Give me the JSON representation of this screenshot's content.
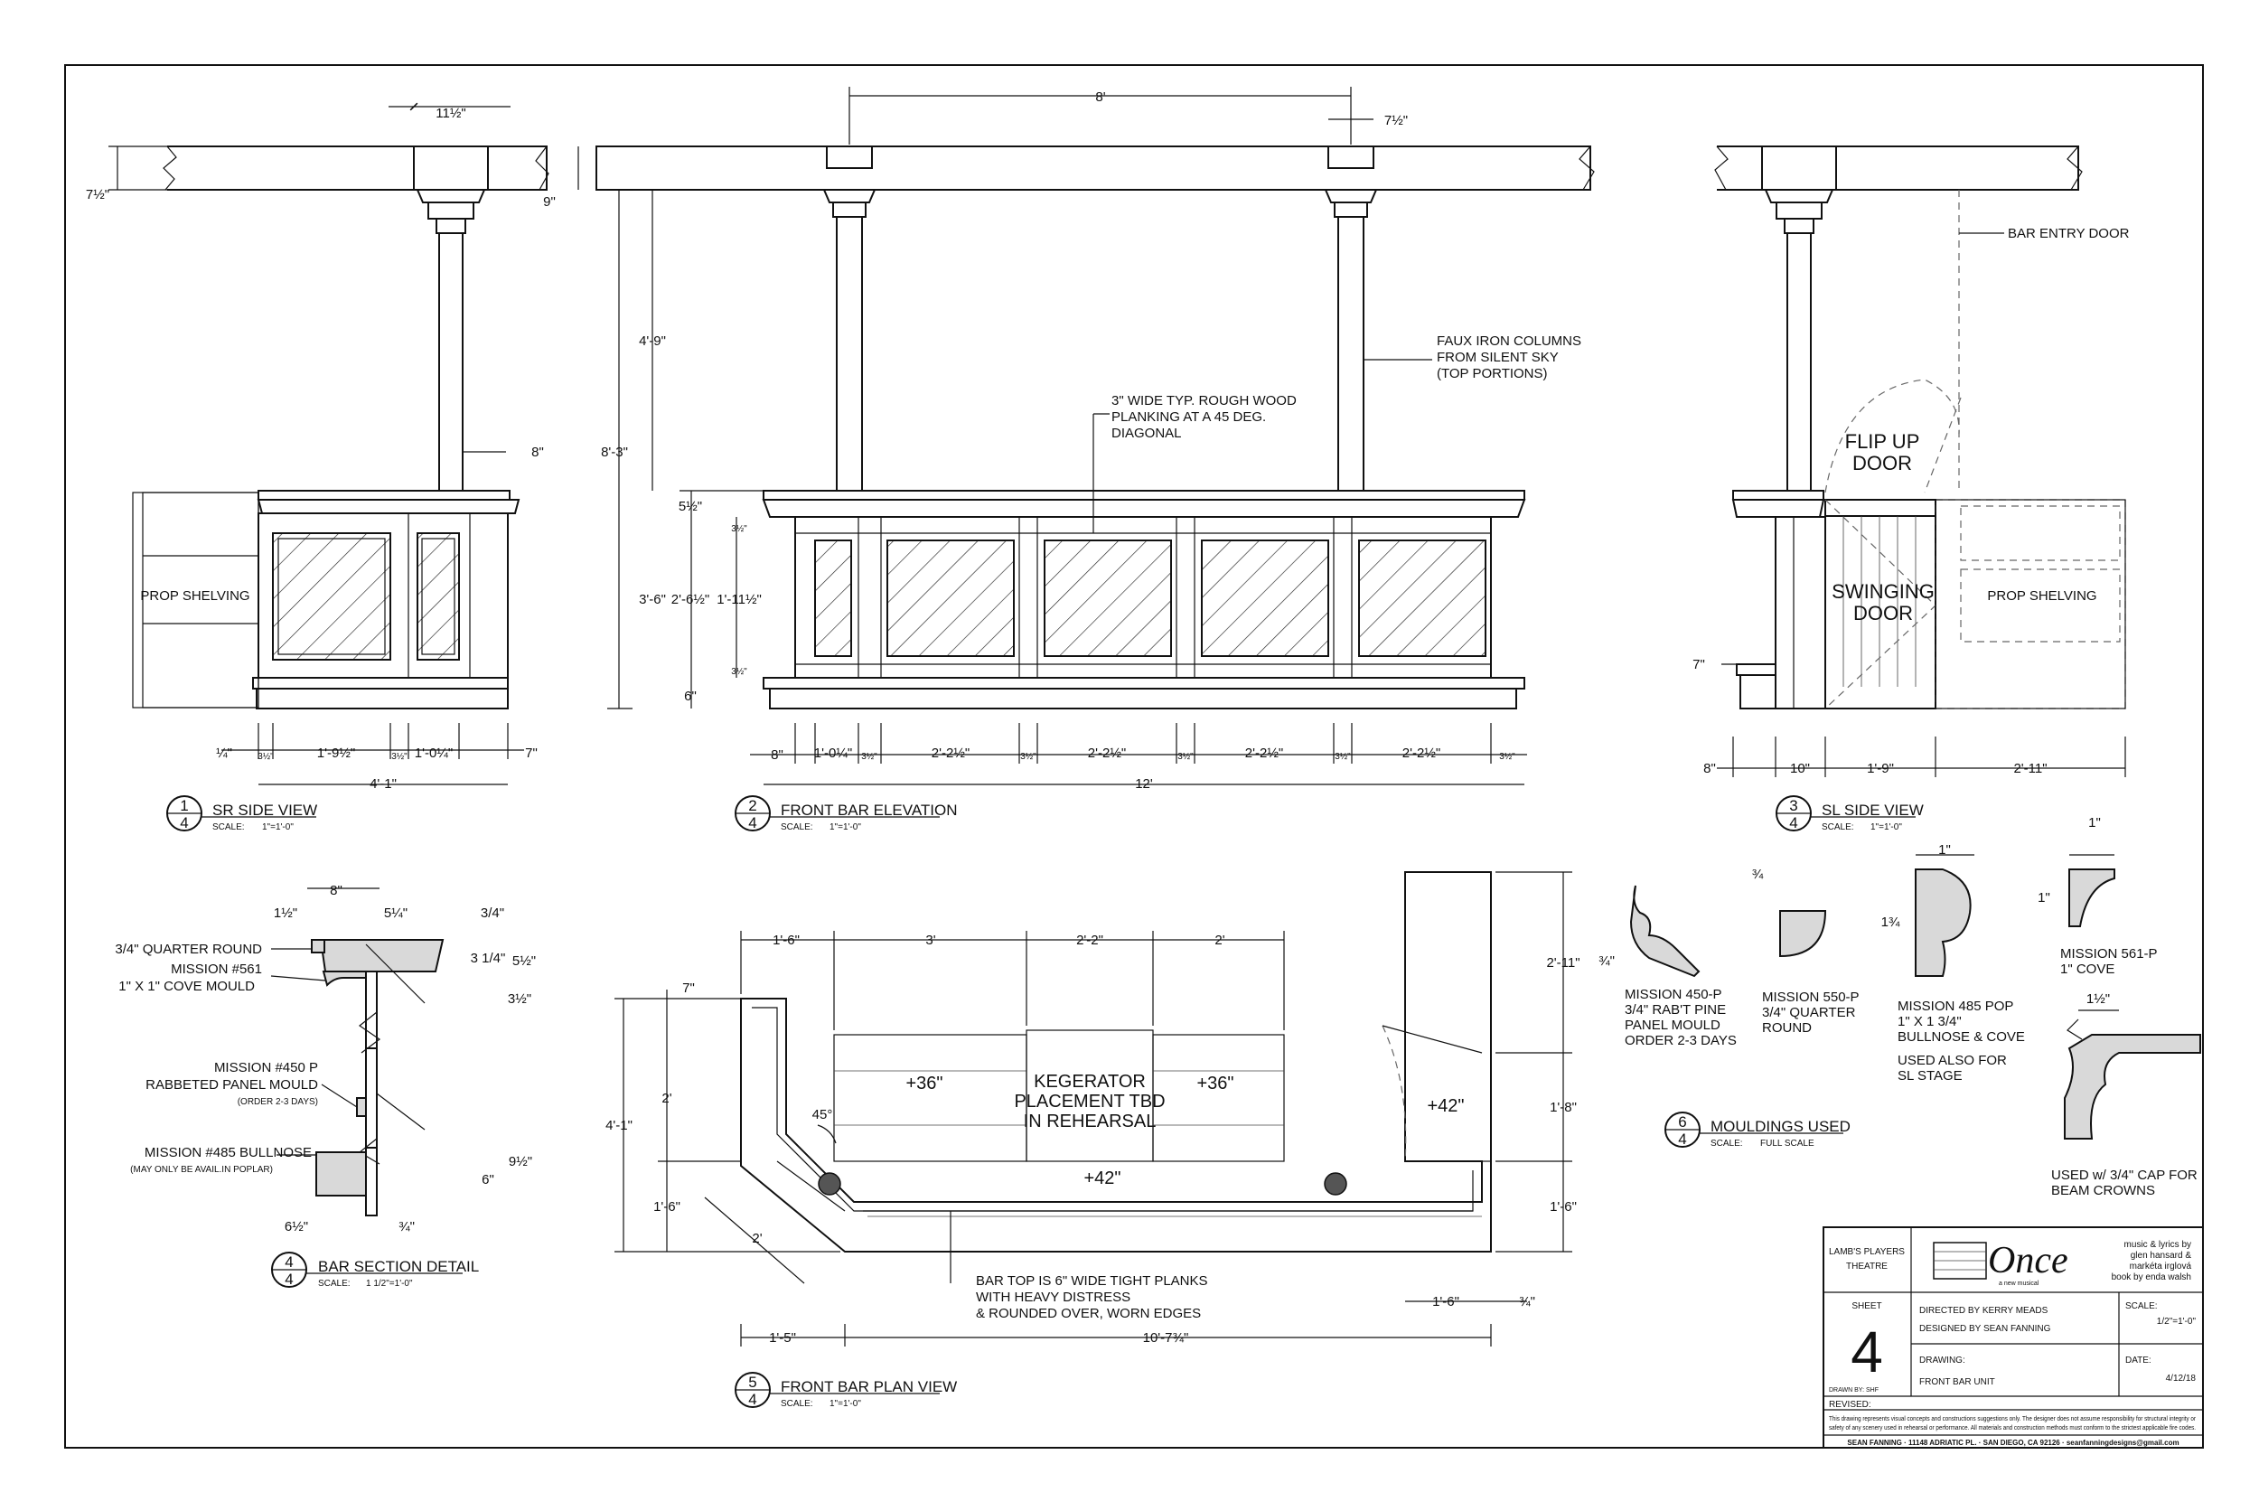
{
  "views": {
    "sr_side": {
      "number": "1",
      "sheet": "4",
      "title": "SR SIDE VIEW",
      "scale_label": "SCALE:",
      "scale": "1\"=1'-0\""
    },
    "front_elev": {
      "number": "2",
      "sheet": "4",
      "title": "FRONT BAR ELEVATION",
      "scale_label": "SCALE:",
      "scale": "1\"=1'-0\""
    },
    "sl_side": {
      "number": "3",
      "sheet": "4",
      "title": "SL SIDE VIEW",
      "scale_label": "SCALE:",
      "scale": "1\"=1'-0\""
    },
    "bar_section": {
      "number": "4",
      "sheet": "4",
      "title": "BAR SECTION DETAIL",
      "scale_label": "SCALE:",
      "scale": "1 1/2\"=1'-0\""
    },
    "plan": {
      "number": "5",
      "sheet": "4",
      "title": "FRONT BAR PLAN VIEW",
      "scale_label": "SCALE:",
      "scale": "1\"=1'-0\""
    },
    "mouldings": {
      "number": "6",
      "sheet": "4",
      "title": "MOULDINGS USED",
      "scale_label": "SCALE:",
      "scale": "FULL SCALE"
    }
  },
  "sr_side": {
    "prop_shelving": "PROP SHELVING",
    "dims": {
      "top_width": "11½\"",
      "beam_height": "7½\"",
      "col_offset": "8\"",
      "quarter": "¼\"",
      "d1": "3½\"",
      "d2": "1'-9½\"",
      "d3": "3½\"",
      "d4": "1'-0¼\"",
      "d5": "7\"",
      "overall": "4'-1\""
    }
  },
  "front_elev": {
    "dims": {
      "span": "8'",
      "cap": "7½\"",
      "beam": "9\"",
      "col_h": "4'-9\"",
      "overall_h": "8'-3\"",
      "counter_h": "3'-6\"",
      "top": "5½\"",
      "panel_h": "2'-6½\"",
      "inner_h": "1'-11½\"",
      "rail1": "3½\"",
      "rail2": "3½\"",
      "base": "6\"",
      "w1": "8\"",
      "w2": "1'-0¼\"",
      "s1": "3½\"",
      "p1": "2'-2½\"",
      "s2": "3½\"",
      "p2": "2'-2½\"",
      "s3": "3½\"",
      "p3": "2'-2½\"",
      "s4": "3½\"",
      "p4": "2'-2½\"",
      "s5": "3½\"",
      "overall_w": "12'"
    },
    "note_plank": [
      "3\" WIDE TYP. ROUGH WOOD",
      "PLANKING AT A 45 DEG.",
      "DIAGONAL"
    ],
    "note_columns": [
      "FAUX IRON COLUMNS",
      "FROM SILENT SKY",
      "(TOP PORTIONS)"
    ]
  },
  "sl_side": {
    "bar_entry_door": "BAR ENTRY DOOR",
    "flip_up": [
      "FLIP UP",
      "DOOR"
    ],
    "swinging": [
      "SWINGING",
      "DOOR"
    ],
    "prop_shelving": "PROP SHELVING",
    "dims": {
      "h7": "7\"",
      "w8": "8\"",
      "w10": "10\"",
      "w19": "1'-9\"",
      "w211": "2'-11\""
    }
  },
  "bar_section": {
    "dims": {
      "top8": "8\"",
      "a": "1½\"",
      "b": "5¼\"",
      "c": "3/4\"",
      "d": "3 1/4\"",
      "e": "5½\"",
      "f": "3½\"",
      "g": "9½\"",
      "h": "6\"",
      "i": "6½\"",
      "j": "¾\""
    },
    "labels": [
      "3/4\" QUARTER ROUND",
      "MISSION #561",
      "1\" X 1\" COVE MOULD",
      "MISSION #450 P",
      "RABBETED PANEL MOULD",
      "(ORDER 2-3 DAYS)",
      "MISSION #485 BULLNOSE",
      "(MAY ONLY BE AVAIL.IN POPLAR)"
    ]
  },
  "plan": {
    "dims": {
      "a": "1'-6\"",
      "b": "3'",
      "c": "2'-2\"",
      "d": "2'",
      "e": "7\"",
      "f": "4'-1\"",
      "g": "2'",
      "h": "1'-6\"",
      "angle": "45°",
      "diag": "2'",
      "r1": "2'-11\"",
      "r2": "1'-8\"",
      "r3": "1'-6\"",
      "bot1": "1'-5\"",
      "bot2": "10'-7¾\"",
      "bot3": "1'-6\"",
      "bot4": "¾\""
    },
    "heights": {
      "h36a": "+36\"",
      "h36b": "+36\"",
      "h42a": "+42\"",
      "h42b": "+42\""
    },
    "kegerator": [
      "KEGERATOR",
      "PLACEMENT TBD",
      "IN REHEARSAL"
    ],
    "bar_top": [
      "BAR TOP IS 6\" WIDE TIGHT PLANKS",
      "WITH HEAVY DISTRESS",
      "& ROUNDED OVER, WORN EDGES"
    ]
  },
  "mouldings": {
    "m450": {
      "dim": "¾\"",
      "lines": [
        "MISSION 450-P",
        "3/4\" RAB'T PINE",
        "PANEL MOULD",
        "ORDER 2-3 DAYS"
      ]
    },
    "m550": {
      "dim": "¾",
      "lines": [
        "MISSION 550-P",
        "3/4\" QUARTER",
        "ROUND"
      ]
    },
    "m485": {
      "dim_w": "1\"",
      "dim_h": "1¾",
      "lines": [
        "MISSION 485 POP",
        "1\" X 1 3/4\"",
        "BULLNOSE & COVE",
        "",
        "USED ALSO FOR",
        "SL STAGE"
      ]
    },
    "m561": {
      "dim_w": "1\"",
      "dim_h": "1\"",
      "lines": [
        "MISSION 561-P",
        "1\" COVE"
      ]
    },
    "cap": {
      "dim": "1½\"",
      "lines": [
        "USED w/ 3/4\" CAP FOR",
        "BEAM CROWNS"
      ]
    }
  },
  "title_block": {
    "theatre": [
      "LAMB'S PLAYERS",
      "THEATRE"
    ],
    "show_logo": "Once",
    "show_sub": "a new musical",
    "credits": [
      "music & lyrics by",
      "glen hansard &",
      "markéta irglová",
      "book by enda walsh"
    ],
    "sheet_label": "SHEET",
    "sheet_number": "4",
    "drawn_by": "DRAWN BY: SHF",
    "directed": "DIRECTED BY KERRY MEADS",
    "designed": "DESIGNED BY SEAN FANNING",
    "scale_label": "SCALE:",
    "scale_value": "1/2\"=1'-0\"",
    "drawing_label": "DRAWING:",
    "drawing_value": "FRONT BAR UNIT",
    "date_label": "DATE:",
    "date_value": "4/12/18",
    "revised": "REVISED:",
    "disclaimer": [
      "This drawing represents visual concepts and constructions suggestions only. The designer does not assume responsibility for structural integrity or",
      "safety of any scenery used in rehearsal or performance. All materials and construction methods must conform to the strictest applicable fire codes."
    ],
    "footer": "SEAN FANNING  ·  11148 ADRIATIC PL.  ·  SAN DIEGO, CA 92126  ·  seanfanningdesigns@gmail.com"
  }
}
